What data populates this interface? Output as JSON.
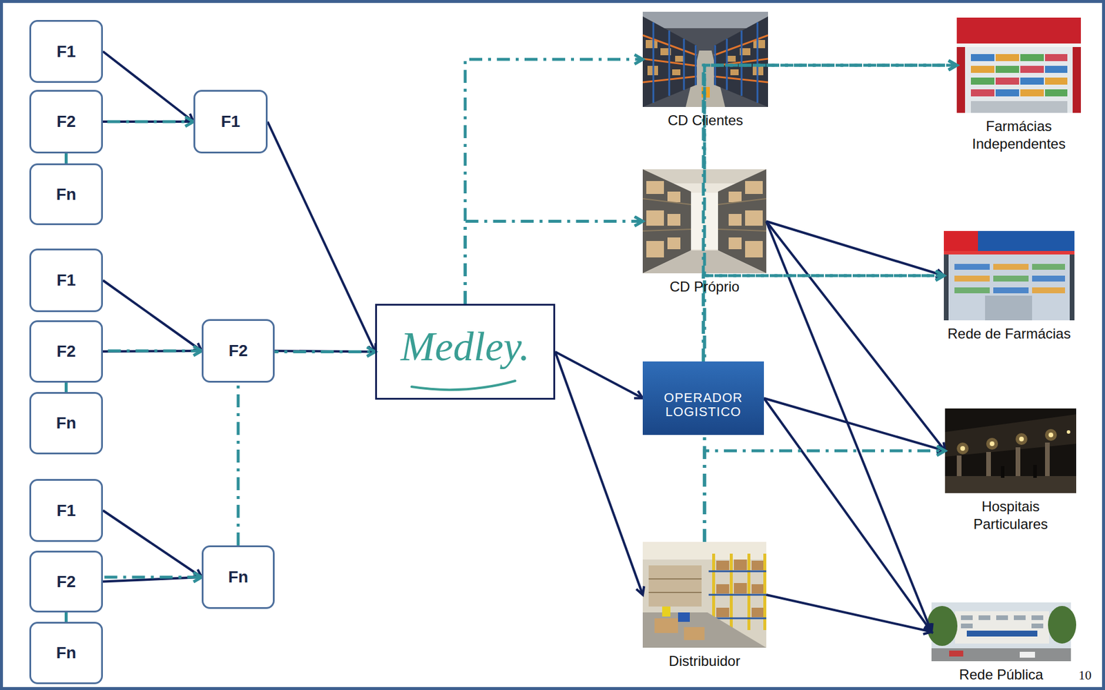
{
  "diagram": {
    "nodes": [
      {
        "text": [
          "F1"
        ]
      },
      {
        "text": [
          "F2"
        ]
      },
      {
        "text": [
          "Fn"
        ]
      },
      {
        "text": [
          "F1"
        ]
      },
      {
        "text": [
          "F1"
        ]
      },
      {
        "text": [
          "F2"
        ]
      },
      {
        "text": [
          "Fn"
        ]
      },
      {
        "text": [
          "F2"
        ]
      },
      {
        "text": [
          "F1"
        ]
      },
      {
        "text": [
          "F2"
        ]
      },
      {
        "text": [
          "Fn"
        ]
      },
      {
        "text": [
          "Fn"
        ]
      },
      {
        "text": [
          "Medley."
        ]
      },
      {
        "text": [
          "CD Clientes"
        ]
      },
      {
        "text": [
          "CD Próprio"
        ]
      },
      {
        "text": [
          "OPERADOR LOGISTICO"
        ]
      },
      {
        "text": [
          "Distribuidor"
        ]
      },
      {
        "text": [
          "Farmácias Independentes"
        ]
      },
      {
        "text": [
          "Rede de Farmácias"
        ]
      },
      {
        "text": [
          "Hospitais Particulares"
        ]
      },
      {
        "text": [
          "Rede Pública"
        ]
      }
    ],
    "edges": [
      {
        "from": 0,
        "to": 3,
        "arrow": "to"
      },
      {
        "from": 1,
        "to": 3,
        "arrow": "to"
      },
      {
        "from": 2,
        "to": 3,
        "arrow": "to"
      },
      {
        "from": 4,
        "to": 7,
        "arrow": "to"
      },
      {
        "from": 5,
        "to": 7,
        "arrow": "to"
      },
      {
        "from": 6,
        "to": 7,
        "arrow": "to"
      },
      {
        "from": 8,
        "to": 11,
        "arrow": "to"
      },
      {
        "from": 9,
        "to": 11,
        "arrow": "to"
      },
      {
        "from": 10,
        "to": 11,
        "arrow": "to"
      },
      {
        "from": 3,
        "to": 12,
        "arrow": "to"
      },
      {
        "from": 7,
        "to": 12,
        "arrow": "to"
      },
      {
        "from": 11,
        "to": 12,
        "arrow": "to"
      },
      {
        "from": 12,
        "to": 13,
        "arrow": "to"
      },
      {
        "from": 12,
        "to": 14,
        "arrow": "to"
      },
      {
        "from": 12,
        "to": 15,
        "arrow": "to"
      },
      {
        "from": 12,
        "to": 16,
        "arrow": "to"
      },
      {
        "from": 14,
        "to": 17,
        "arrow": "to"
      },
      {
        "from": 14,
        "to": 18,
        "arrow": "to"
      },
      {
        "from": 14,
        "to": 19,
        "arrow": "to"
      },
      {
        "from": 14,
        "to": 20,
        "arrow": "to"
      },
      {
        "from": 15,
        "to": 17,
        "arrow": "to"
      },
      {
        "from": 15,
        "to": 18,
        "arrow": "to"
      },
      {
        "from": 15,
        "to": 19,
        "arrow": "to"
      },
      {
        "from": 15,
        "to": 20,
        "arrow": "to"
      },
      {
        "from": 16,
        "to": 17,
        "arrow": "to"
      },
      {
        "from": 16,
        "to": 18,
        "arrow": "to"
      },
      {
        "from": 16,
        "to": 19,
        "arrow": "to"
      },
      {
        "from": 16,
        "to": 20,
        "arrow": "to"
      }
    ],
    "labels": [
      "10"
    ]
  }
}
